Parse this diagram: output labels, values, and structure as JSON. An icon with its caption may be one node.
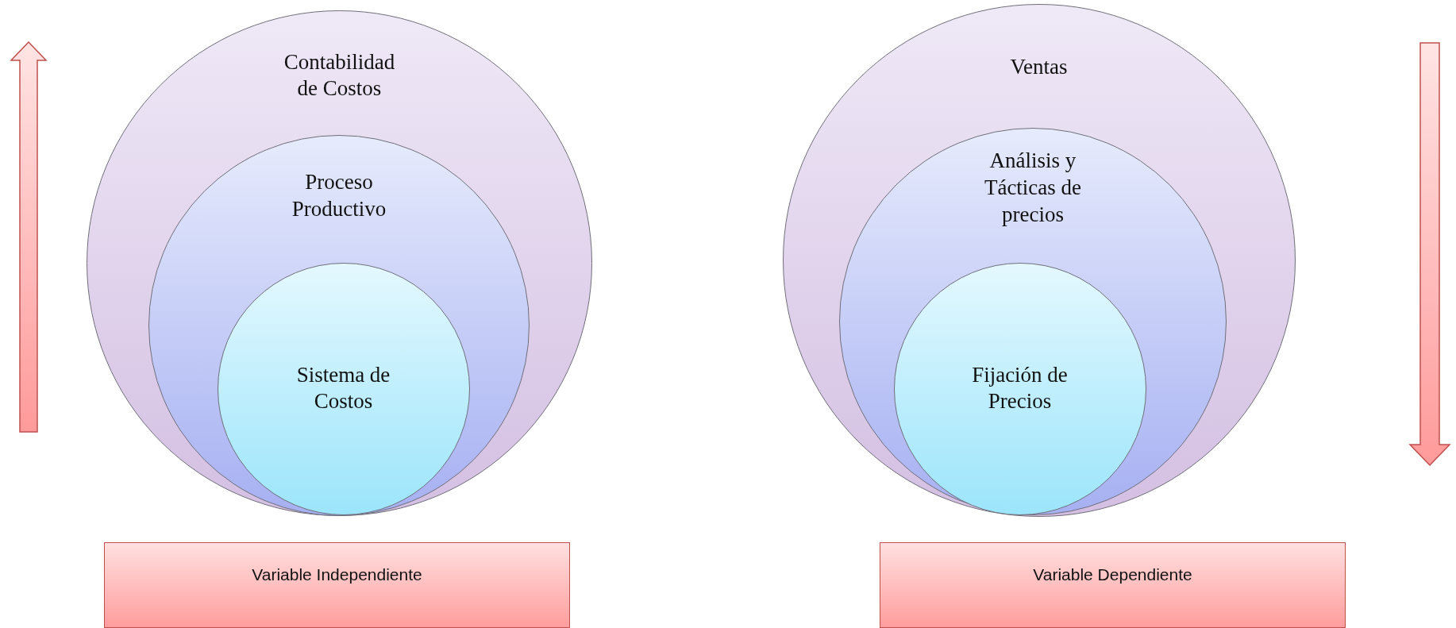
{
  "diagram": {
    "nodes": [
      {
        "text": [
          "Contabilidad de Costos"
        ]
      },
      {
        "text": [
          "Proceso Productivo"
        ],
        "in": 0
      },
      {
        "text": [
          "Sistema de Costos"
        ],
        "in": 1
      },
      {
        "text": [
          "Ventas"
        ]
      },
      {
        "text": [
          "Análisis y Tácticas de precios"
        ],
        "in": 3
      },
      {
        "text": [
          "Fijación de Precios"
        ],
        "in": 4
      },
      {
        "text": [
          "Variable Independiente"
        ]
      },
      {
        "text": [
          "Variable Dependiente"
        ]
      }
    ]
  }
}
